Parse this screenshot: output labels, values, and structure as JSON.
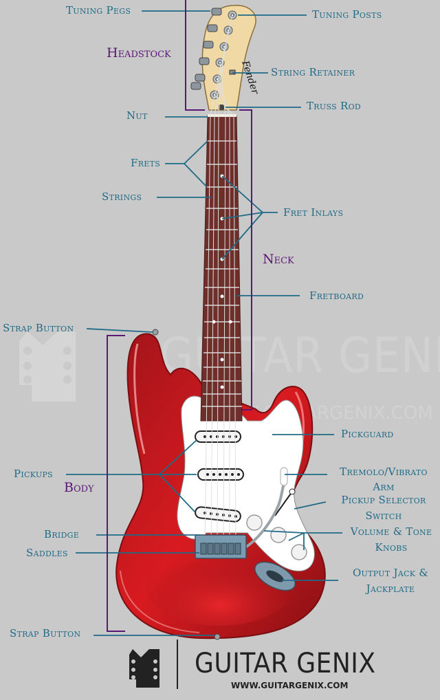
{
  "labels": {
    "tuning_pegs": "Tuning Pegs",
    "tuning_posts": "Tuning Posts",
    "headstock": "Headstock",
    "string_retainer": "String Retainer",
    "nut": "Nut",
    "truss_rod": "Truss Rod",
    "frets": "Frets",
    "strings": "Strings",
    "fret_inlays": "Fret Inlays",
    "neck": "Neck",
    "fretboard": "Fretboard",
    "strap_button_top": "Strap Button",
    "pickguard": "Pickguard",
    "pickups": "Pickups",
    "body": "Body",
    "tremolo_line1": "Tremolo/Vibrato",
    "tremolo_line2": "Arm",
    "selector_line1": "Pickup Selector",
    "selector_line2": "Switch",
    "knobs_line1": "Volume & Tone",
    "knobs_line2": "Knobs",
    "bridge": "Bridge",
    "saddles": "Saddles",
    "jack_line1": "Output Jack &",
    "jack_line2": "Jackplate",
    "strap_button_bottom": "Strap Button"
  },
  "headstock_logo": "Fender",
  "watermark": {
    "name": "GUITAR GENIX",
    "url": "WWW.GUITARGENIX.COM"
  },
  "brand": {
    "name": "GUITAR GENIX",
    "url": "WWW.GUITARGENIX.COM"
  },
  "colors": {
    "background": "#c9c9c9",
    "label_text": "#1f6a86",
    "section_text": "#5a1775",
    "body_red": "#c0161c",
    "fretboard": "#6e2e2a",
    "headstock": "#f0d9a4",
    "pickguard": "#ffffff"
  }
}
